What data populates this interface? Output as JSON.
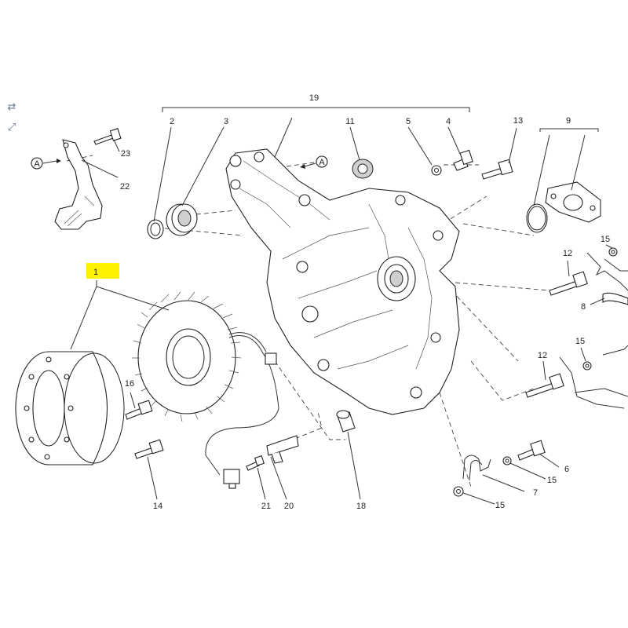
{
  "toolbar": {
    "expand_icon": "expand-arrows-icon",
    "fullscreen_icon": "fullscreen-icon"
  },
  "highlight_color": "#fff200",
  "labels": {
    "p1": "1",
    "p2": "2",
    "p3": "3",
    "p4": "4",
    "p5": "5",
    "p6": "6",
    "p7": "7",
    "p8": "8",
    "p9": "9",
    "p11": "11",
    "p12a": "12",
    "p12b": "12",
    "p13": "13",
    "p14": "14",
    "p15a": "15",
    "p15b": "15",
    "p15c": "15",
    "p15d": "15",
    "p16": "16",
    "p18": "18",
    "p19": "19",
    "p20": "20",
    "p21": "21",
    "p22": "22",
    "p23": "23",
    "refA1": "A",
    "refA2": "A"
  }
}
